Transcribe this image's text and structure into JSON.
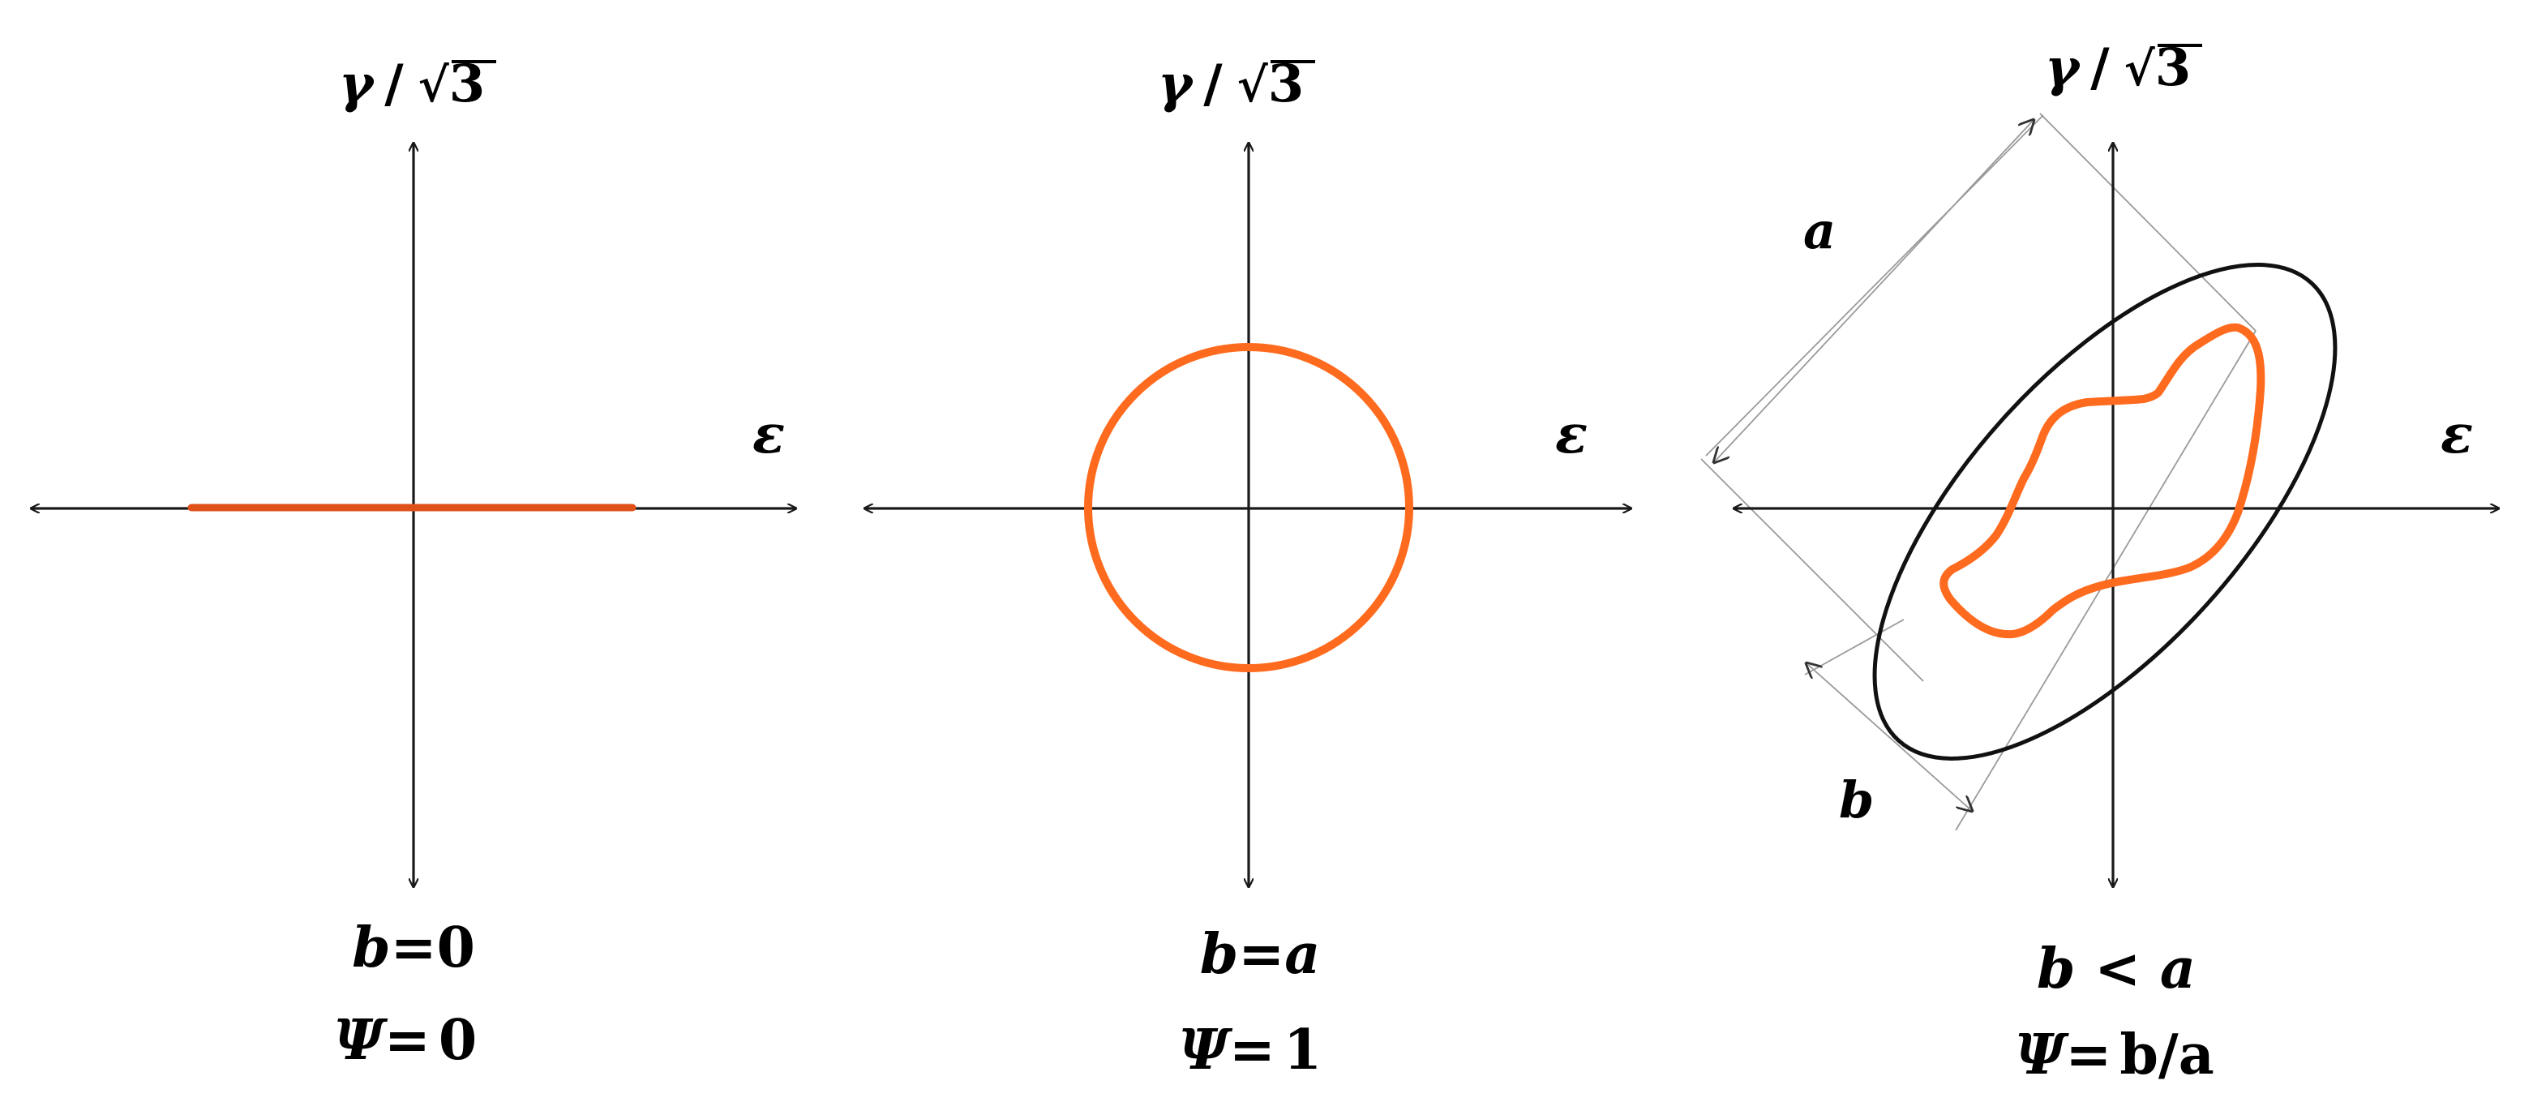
{
  "colors": {
    "trajectory": "#ff6b1e",
    "flat_trajectory": "#e0511a",
    "axis": "#1a1a1a",
    "ellipse": "#111111",
    "guide": "#9a9a9a"
  },
  "axis_labels": {
    "vertical": "γ / √3",
    "vertical_gamma": "γ",
    "vertical_slash": "/",
    "vertical_radicand": "3",
    "horizontal": "ε"
  },
  "panels": [
    {
      "case": "flat line",
      "caption_condition": {
        "lhs": "b",
        "rel": "=",
        "rhs": "0"
      },
      "caption_value": {
        "psi": "Ψ",
        "eq": "=",
        "value": "0"
      }
    },
    {
      "case": "circle",
      "caption_condition": {
        "lhs": "b",
        "rel": "=",
        "rhs": "a"
      },
      "caption_value": {
        "psi": "Ψ",
        "eq": "=",
        "value": "1"
      }
    },
    {
      "case": "irregular path in ellipse",
      "dimension_labels": {
        "major": "a",
        "minor": "b"
      },
      "caption_condition": {
        "lhs": "b",
        "rel": " < ",
        "rhs": "a"
      },
      "caption_value": {
        "psi": "Ψ",
        "eq": "=",
        "value": "b/a"
      }
    }
  ]
}
